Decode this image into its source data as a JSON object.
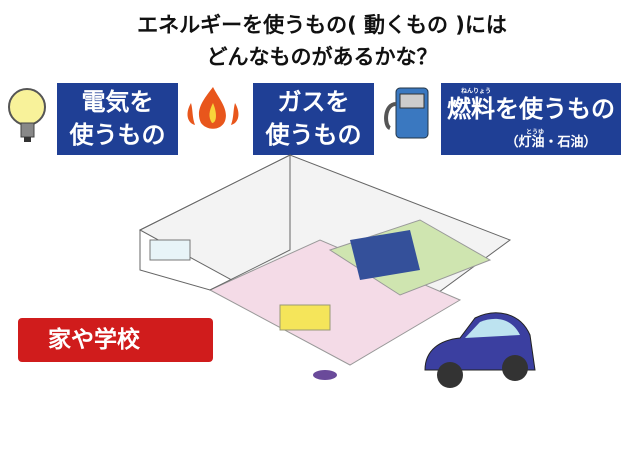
{
  "title": {
    "line1": "エネルギーを使うもの( 動くもの )には",
    "line2": "どんなものがあるかな？"
  },
  "categories": [
    {
      "line1": "電気を",
      "line2": "使うもの",
      "icon": "lightbulb-icon"
    },
    {
      "line1": "ガスを",
      "line2": "使うもの",
      "icon": "flame-icon"
    },
    {
      "label": "燃料を使うもの",
      "ruby": "ねんりょう",
      "sub": "（灯油・石油）",
      "sub_ruby": "とうゆ",
      "icon": "fuel-pump-icon"
    }
  ],
  "scene_label": "家や学校",
  "colors": {
    "box": "#1f3f95",
    "label": "#d01c1c"
  }
}
